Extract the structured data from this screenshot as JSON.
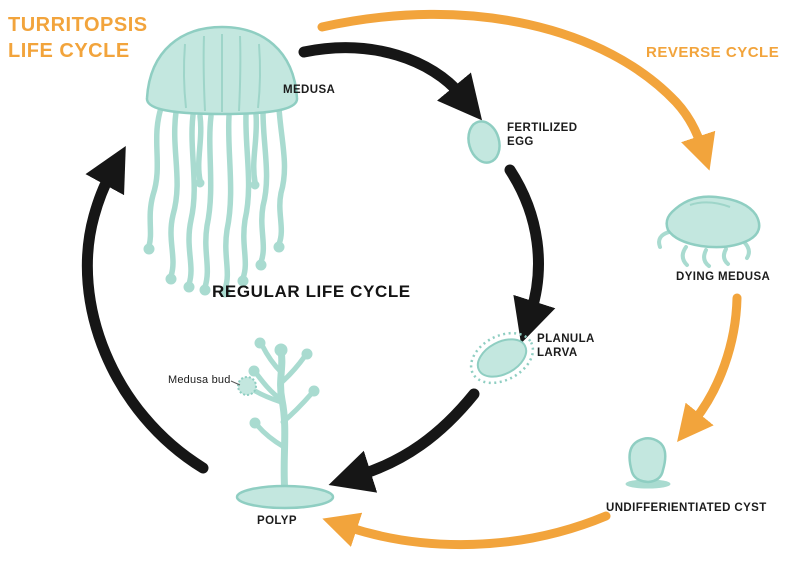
{
  "title": {
    "line1": "TURRITOPSIS",
    "line2": "LIFE CYCLE"
  },
  "labels": {
    "reverse_cycle": "REVERSE CYCLE",
    "regular_cycle": "REGULAR LIFE CYCLE",
    "medusa": "MEDUSA",
    "fertilized_egg": [
      "FERTILIZED",
      "EGG"
    ],
    "planula_larva": [
      "PLANULA",
      "LARVA"
    ],
    "medusa_bud": "Medusa bud",
    "polyp": "POLYP",
    "dying_medusa": "DYING MEDUSA",
    "undifferentiated_cyst": "UNDIFFERIENTIATED CYST"
  },
  "cycle_stages_regular": [
    "MEDUSA",
    "FERTILIZED EGG",
    "PLANULA LARVA",
    "POLYP"
  ],
  "cycle_stages_reverse": [
    "MEDUSA",
    "DYING MEDUSA",
    "UNDIFFERIENTIATED CYST",
    "POLYP"
  ],
  "colors": {
    "accent_orange": "#F2A43C",
    "arrow_black": "#161616",
    "jelly_fill": "#C3E7DF",
    "jelly_stroke": "#8FCEC2",
    "jelly_mid": "#A9DBD0"
  }
}
